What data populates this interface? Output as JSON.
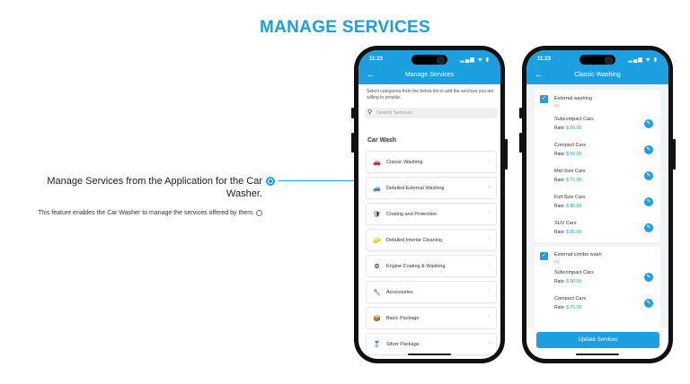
{
  "page": {
    "title": "MANAGE SERVICES",
    "heading": "Manage Services from the Application for the Car Washer.",
    "description": "This feature enables the Car Washer to manage the services offered by them."
  },
  "phone1": {
    "time": "11:23",
    "status_icons": "▂▄▆ ᯤ ▮",
    "back": "←",
    "title": "Manage Services",
    "description": "Select categories from the below list to add the services you are willing to provide.",
    "search_placeholder": "Search Services",
    "section": "Car Wash",
    "categories": [
      {
        "label": "Classic Washing",
        "icon": "🚗"
      },
      {
        "label": "Detailed External Washing",
        "icon": "🚙"
      },
      {
        "label": "Coating and Protection",
        "icon": "🛡"
      },
      {
        "label": "Detailed Interior Cleaning",
        "icon": "🧽"
      },
      {
        "label": "Engine Coating & Washing",
        "icon": "⚙"
      },
      {
        "label": "Accessories",
        "icon": "🔧"
      },
      {
        "label": "Basic Package",
        "icon": "📦"
      },
      {
        "label": "Silver Package",
        "icon": "🥈"
      }
    ]
  },
  "phone2": {
    "time": "11:23",
    "status_icons": "▂▄▆ ᯤ ▮",
    "back": "←",
    "title": "Classic Washing",
    "services": [
      {
        "name": "External washing",
        "sub": "A1",
        "vehicles": [
          {
            "name": "Subcompact Cars",
            "rate_label": "Rate:",
            "rate": "$ 60.00"
          },
          {
            "name": "Compact Cars",
            "rate_label": "Rate:",
            "rate": "$ 50.00"
          },
          {
            "name": "Mid-Size Cars",
            "rate_label": "Rate:",
            "rate": "$ 75.00"
          },
          {
            "name": "Full-Size Cars",
            "rate_label": "Rate:",
            "rate": "$ 80.00"
          },
          {
            "name": "SUV Cars",
            "rate_label": "Rate:",
            "rate": "$ 85.00"
          }
        ]
      },
      {
        "name": "External combo wash",
        "sub": "A2",
        "vehicles": [
          {
            "name": "Subcompact Cars",
            "rate_label": "Rate:",
            "rate": "$ 90.00"
          },
          {
            "name": "Compact Cars",
            "rate_label": "Rate:",
            "rate": "$ 75.00"
          }
        ]
      }
    ],
    "update_button": "Update Services"
  },
  "colors": {
    "accent": "#1b9fe0"
  }
}
